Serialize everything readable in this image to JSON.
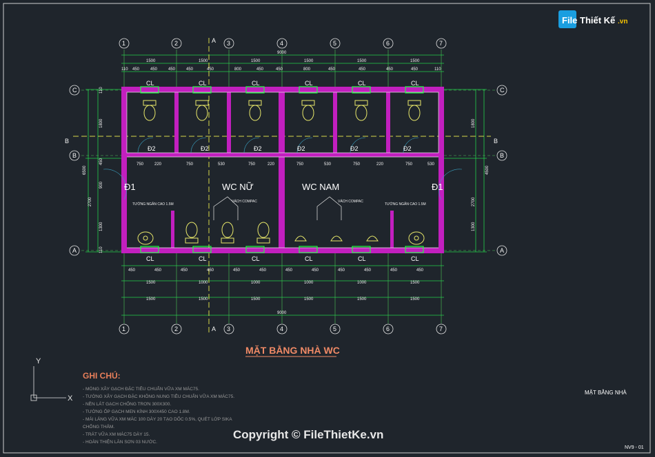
{
  "logo": {
    "text": "File Thiết Kế",
    "suffix": ".vn"
  },
  "drawing_title": "MẶT BẰNG NHÀ WC",
  "section_marker": "A",
  "grid_axes": {
    "vertical": [
      "1",
      "2",
      "3",
      "4",
      "5",
      "6",
      "7"
    ],
    "horizontal_left": [
      "C",
      "B",
      "A"
    ],
    "horizontal_right": [
      "C",
      "B",
      "A"
    ],
    "cut_line": "B"
  },
  "dims_top": {
    "total": "9000",
    "bays": [
      "1500",
      "1500",
      "1500",
      "1500",
      "1500",
      "1500"
    ],
    "details": [
      "110",
      "450",
      "450",
      "450",
      "450",
      "450",
      "800",
      "450",
      "450",
      "800",
      "450",
      "450",
      "450",
      "450",
      "110"
    ]
  },
  "dims_bottom": {
    "total": "9000",
    "bays_row1": [
      "1500",
      "1000",
      "1000",
      "1000",
      "1000",
      "1500"
    ],
    "bays_row2": [
      "1500",
      "1500",
      "1500",
      "1500",
      "1500",
      "1500"
    ],
    "details": [
      "450",
      "450",
      "450",
      "450",
      "450",
      "450",
      "450",
      "450",
      "450",
      "450",
      "450",
      "450"
    ]
  },
  "dims_left": [
    "110",
    "1800",
    "450",
    "6500",
    "900",
    "2700",
    "1300",
    "110"
  ],
  "dims_right": [
    "1800",
    "4500",
    "2700",
    "1300"
  ],
  "mid_dims": [
    "750",
    "220",
    "750",
    "530",
    "750",
    "220",
    "750",
    "530",
    "750",
    "220",
    "750",
    "530"
  ],
  "rooms": {
    "women": "WC NỮ",
    "men": "WC NAM"
  },
  "cl_label": "CL",
  "door_labels": {
    "d1": "Đ1",
    "d2": "Đ2"
  },
  "annotations": {
    "low_wall": "TƯỜNG NGĂN CAO 1.5M",
    "compac": "VÁCH COMPAC"
  },
  "notes": {
    "title": "GHI CHÚ:",
    "lines": [
      "- MÓNG XÂY GẠCH ĐẶC TIÊU CHUẨN VỮA XM MÁC75.",
      "- TƯỜNG XÂY GẠCH ĐẶC KHÔNG NUNG TIÊU CHUẨN VỮA XM MÁC75.",
      "- NỀN LÁT GẠCH CHỐNG TRƠN 300X300.",
      "- TƯỜNG ỐP GẠCH MEN KÍNH 300X450 CAO 1.8M.",
      "- MÁI LÁNG VỮA XM MÁC 100 DÀY 20 TẠO DỐC 0.5%, QUÉT LỚP SIKA",
      "CHỐNG THẤM.",
      "- TRÁT VỮA XM MÁC75 DÀY 15.",
      "- HOÀN THIỆN LĂN SƠN 03 NƯỚC."
    ]
  },
  "sheet_label": "MẶT BẰNG NHÀ",
  "sheet_number": "NV9 - 01",
  "copyright": "Copyright © FileThietKe.vn",
  "ucs": {
    "x": "X",
    "y": "Y"
  },
  "colors": {
    "wall": "#c21fbf",
    "dim": "#22d14a",
    "grid": "#d9d94a",
    "bg": "#1f252c"
  }
}
